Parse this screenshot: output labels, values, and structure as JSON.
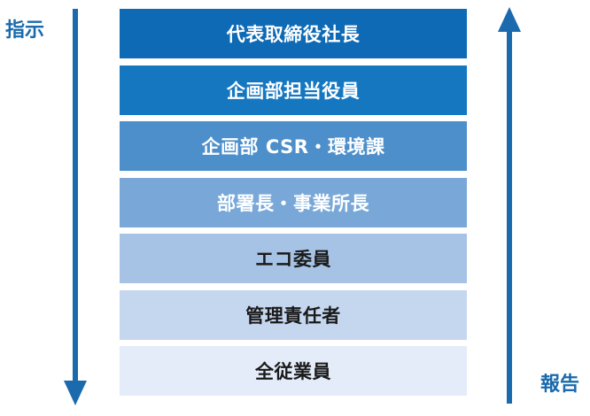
{
  "labels": {
    "left": "指示",
    "right": "報告"
  },
  "tiers": [
    {
      "label": "代表取締役社長",
      "bg": "#0f6ab5",
      "fg": "#ffffff"
    },
    {
      "label": "企画部担当役員",
      "bg": "#1677c1",
      "fg": "#ffffff"
    },
    {
      "label": "企画部 CSR・環境課",
      "bg": "#4d8fca",
      "fg": "#ffffff"
    },
    {
      "label": "部署長・事業所長",
      "bg": "#79a8d8",
      "fg": "#ffffff"
    },
    {
      "label": "エコ委員",
      "bg": "#a6c3e5",
      "fg": "#1a1a1a"
    },
    {
      "label": "管理責任者",
      "bg": "#c5d7ef",
      "fg": "#1a1a1a"
    },
    {
      "label": "全従業員",
      "bg": "#e3ecf8",
      "fg": "#1a1a1a"
    }
  ],
  "colors": {
    "arrow": "#1a6aad",
    "label": "#1a6aad"
  }
}
